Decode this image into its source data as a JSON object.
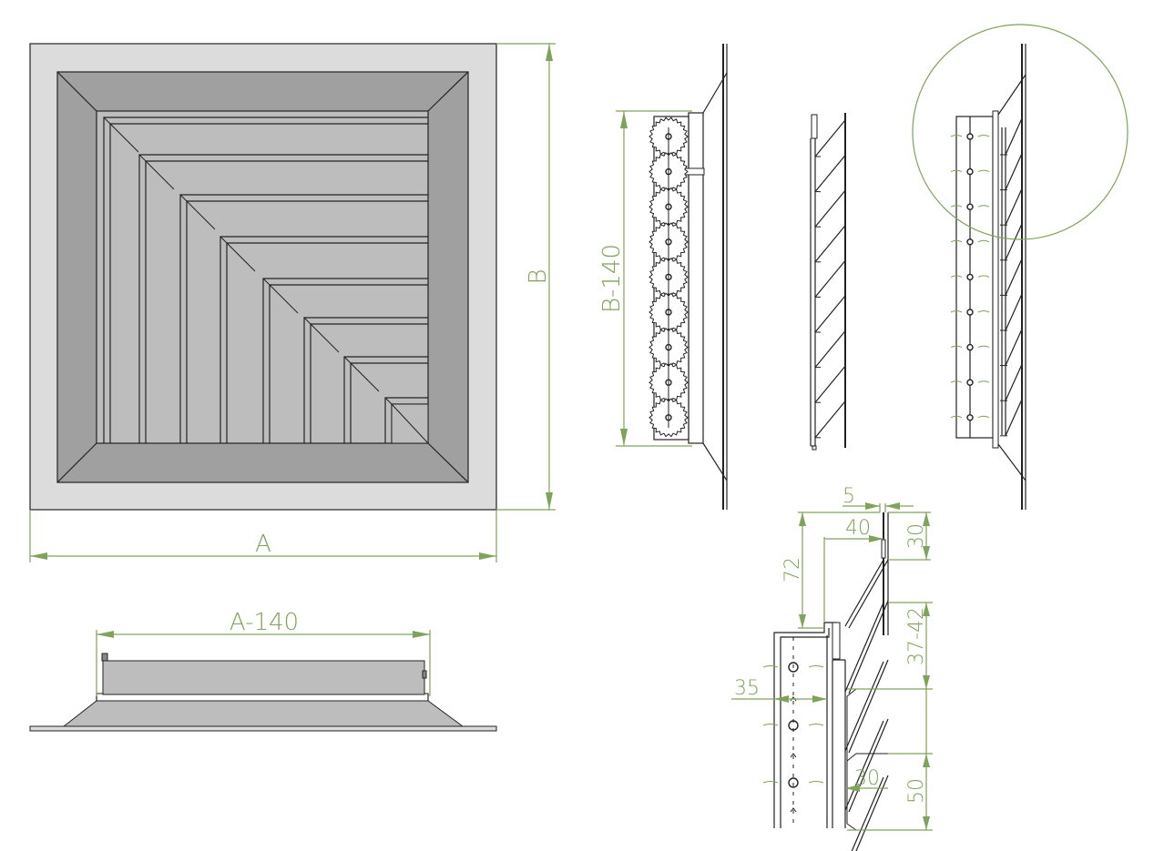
{
  "dimensions": {
    "front_width": "A",
    "front_height": "B",
    "bottom_width": "A-140",
    "side_height": "B-140",
    "detail_top_gap": "5",
    "detail_flange_offset": "40",
    "detail_flange_height": "30",
    "detail_total_height": "72",
    "detail_blade_pitch_range": "37-42",
    "detail_frame_gap": "35",
    "detail_blade_depth": "30",
    "detail_blade_spacing": "50"
  },
  "colors": {
    "dimension": "#7fa35a",
    "outer_frame": "#dcdcdc",
    "bevel": "#a0a0a0",
    "blades": "#bdbdbd",
    "line": "#222222"
  }
}
